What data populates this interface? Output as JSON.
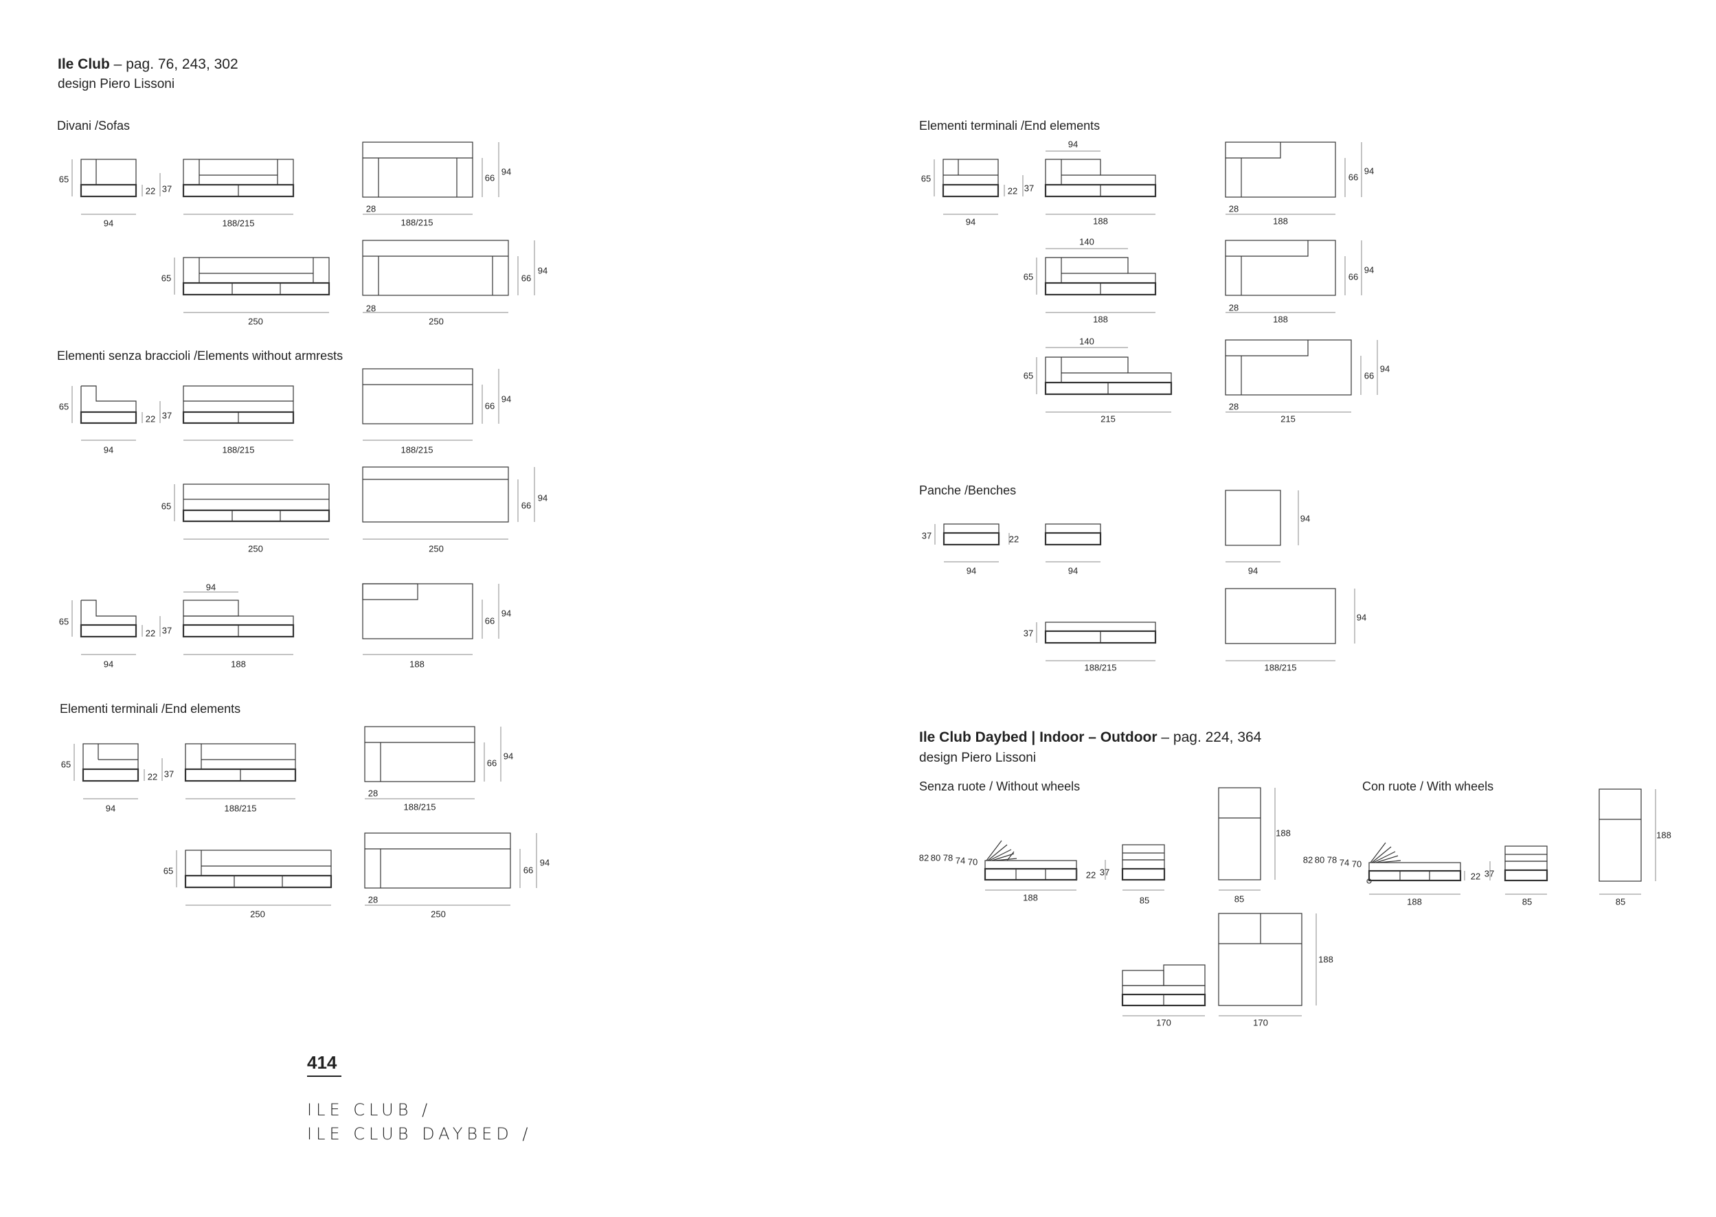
{
  "left": {
    "title": {
      "bold": "Ile Club",
      "rest": " – pag. 76, 243, 302"
    },
    "designer": "design Piero Lissoni",
    "sections": {
      "sofas": "Divani /Sofas",
      "no_arm": "Elementi senza braccioli /Elements without armrests",
      "end": "Elementi terminali /End elements"
    }
  },
  "right": {
    "sections": {
      "end": "Elementi terminali /End elements",
      "benches": "Panche /Benches"
    },
    "daybed": {
      "title_bold": "Ile Club Daybed | Indoor – Outdoor",
      "title_rest": " – pag. 224, 364",
      "designer": "design Piero Lissoni",
      "without_wheels": "Senza ruote / Without wheels",
      "with_wheels": "Con ruote / With wheels",
      "recline_heights": [
        "82",
        "80",
        "78",
        "74",
        "70"
      ]
    }
  },
  "dims": {
    "d94": "94",
    "d65": "65",
    "d66": "66",
    "d22": "22",
    "d37": "37",
    "d28": "28",
    "d188_215": "188/215",
    "d250": "250",
    "d188": "188",
    "d140": "140",
    "d215": "215",
    "d85": "85",
    "d170": "170"
  },
  "footer": {
    "page": "414",
    "line1": "ILE CLUB /",
    "line2": "ILE CLUB DAYBED /"
  }
}
